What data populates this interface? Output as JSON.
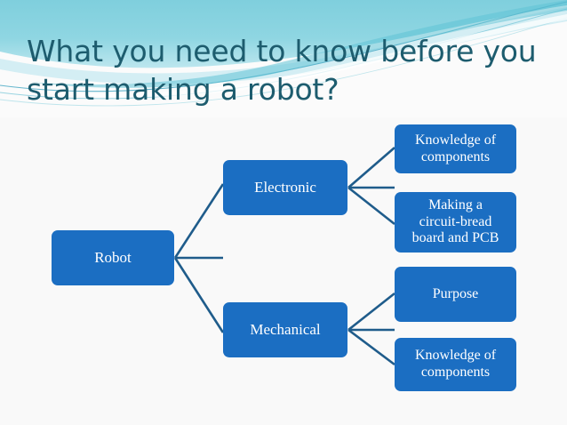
{
  "slide": {
    "background_color": "#f9f9f9",
    "title": "What you need to know before you\nstart making a robot?",
    "title_color": "#1d5c6e"
  },
  "theme": {
    "node_fill": "#1b6ec2",
    "node_text": "#ffffff",
    "connector_color": "#1f5c8b",
    "band_teal": "#6fc6d9",
    "band_light": "#bfe6ee",
    "band_white": "#ffffff"
  },
  "diagram": {
    "type": "tree",
    "root": {
      "id": "robot",
      "label": "Robot"
    },
    "branches": [
      {
        "id": "electronic",
        "label": "Electronic",
        "children": [
          {
            "id": "ec-know",
            "label": "Knowledge of\ncomponents"
          },
          {
            "id": "ec-circuit",
            "label": "Making a\ncircuit-bread\nboard and PCB"
          }
        ]
      },
      {
        "id": "mechanical",
        "label": "Mechanical",
        "children": [
          {
            "id": "me-purpose",
            "label": "Purpose"
          },
          {
            "id": "me-know",
            "label": "Knowledge of\ncomponents"
          }
        ]
      }
    ]
  }
}
